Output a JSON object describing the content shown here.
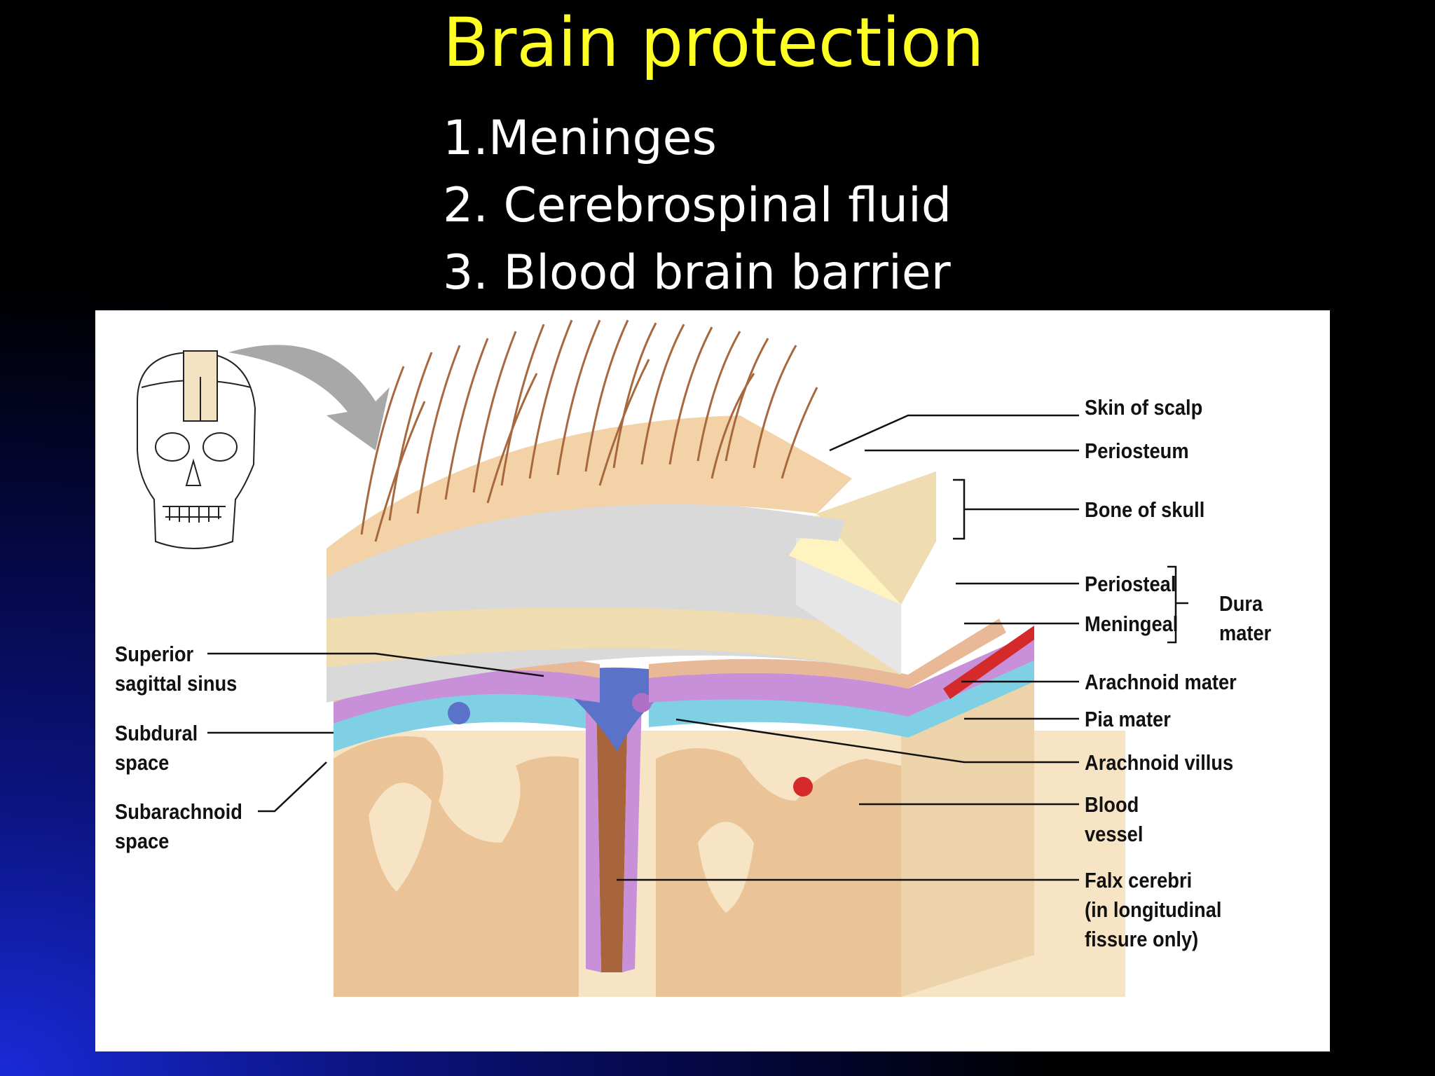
{
  "slide": {
    "title": "Brain protection",
    "points": [
      "1.Meninges",
      "2. Cerebrospinal fluid",
      "3. Blood brain barrier"
    ]
  },
  "figure": {
    "labels": {
      "skin_of_scalp": "Skin of scalp",
      "periosteum": "Periosteum",
      "bone_of_skull": "Bone of skull",
      "periosteal": "Periosteal",
      "meningeal": "Meningeal",
      "dura_mater": "Dura\nmater",
      "arachnoid_mater": "Arachnoid mater",
      "pia_mater": "Pia mater",
      "arachnoid_villus": "Arachnoid villus",
      "blood_vessel": "Blood\nvessel",
      "falx_cerebri": "Falx cerebri\n(in longitudinal\nfissure only)",
      "superior_sagittal_sinus": "Superior\nsagittal sinus",
      "subdural_space": "Subdural\nspace",
      "subarachnoid_space": "Subarachnoid\nspace"
    },
    "colors": {
      "scalp": "#f3d2a7",
      "periosteum": "#d9d9d9",
      "bone": "#efdcb0",
      "dura": "#e9b896",
      "arachnoid": "#c890d8",
      "pia": "#7fd0e4",
      "sinus": "#5a72c8",
      "gray_matter": "#e6b684",
      "white_matter": "#f6e4c4"
    }
  }
}
